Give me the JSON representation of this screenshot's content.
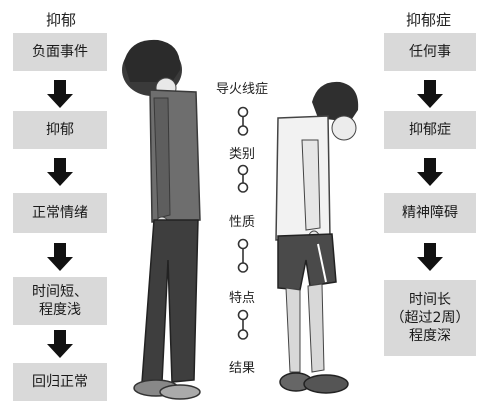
{
  "left": {
    "title": "抑郁",
    "steps": [
      "负面事件",
      "抑郁",
      "正常情绪",
      "时间短、\n程度浅",
      "回归正常"
    ]
  },
  "right": {
    "title": "抑郁症",
    "steps": [
      "任何事",
      "抑郁症",
      "精神障碍",
      "时间长\n（超过2周）\n程度深"
    ]
  },
  "middle": {
    "labels": [
      "导火线症",
      "类别",
      "性质",
      "特点",
      "结果"
    ]
  }
}
